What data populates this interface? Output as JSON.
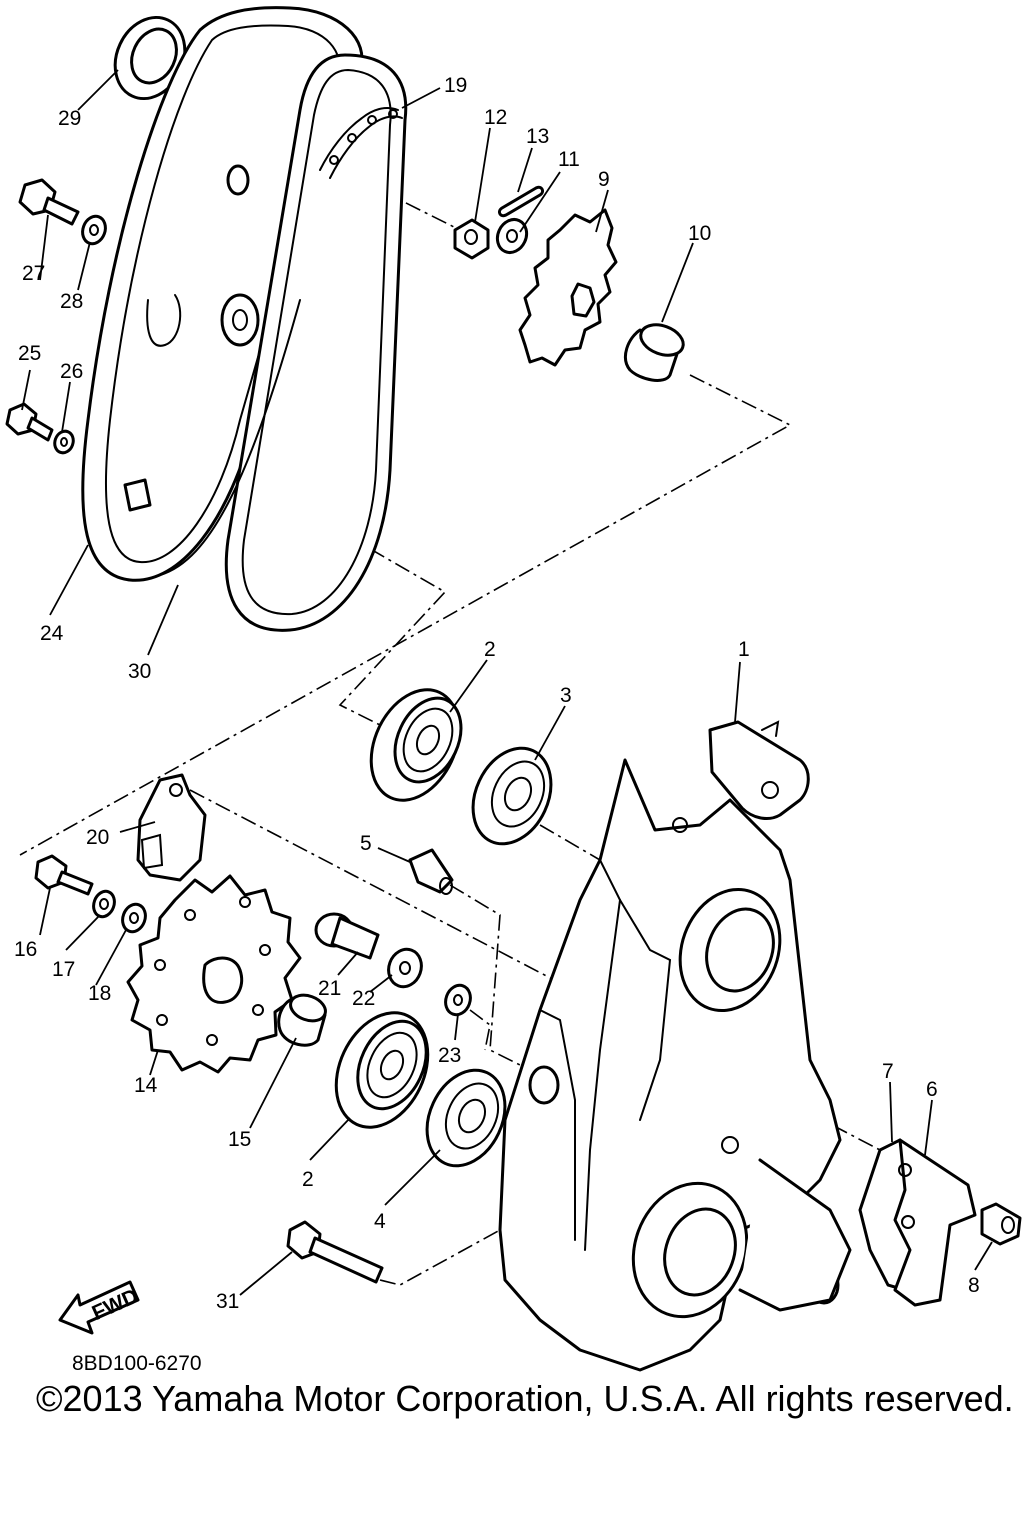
{
  "diagram": {
    "drawing_code": "8BD100-6270",
    "copyright": "©2013 Yamaha Motor Corporation, U.S.A. All rights reserved.",
    "fwd_label": "FWD",
    "callouts": {
      "p1": "1",
      "p2a": "2",
      "p2b": "2",
      "p3": "3",
      "p4": "4",
      "p5": "5",
      "p6": "6",
      "p7": "7",
      "p8": "8",
      "p9": "9",
      "p10": "10",
      "p11": "11",
      "p12": "12",
      "p13": "13",
      "p14": "14",
      "p15": "15",
      "p16": "16",
      "p17": "17",
      "p18": "18",
      "p19": "19",
      "p20": "20",
      "p21": "21",
      "p22": "22",
      "p23": "23",
      "p24": "24",
      "p25": "25",
      "p26": "26",
      "p27": "27",
      "p28": "28",
      "p29": "29",
      "p30": "30",
      "p31": "31"
    }
  }
}
